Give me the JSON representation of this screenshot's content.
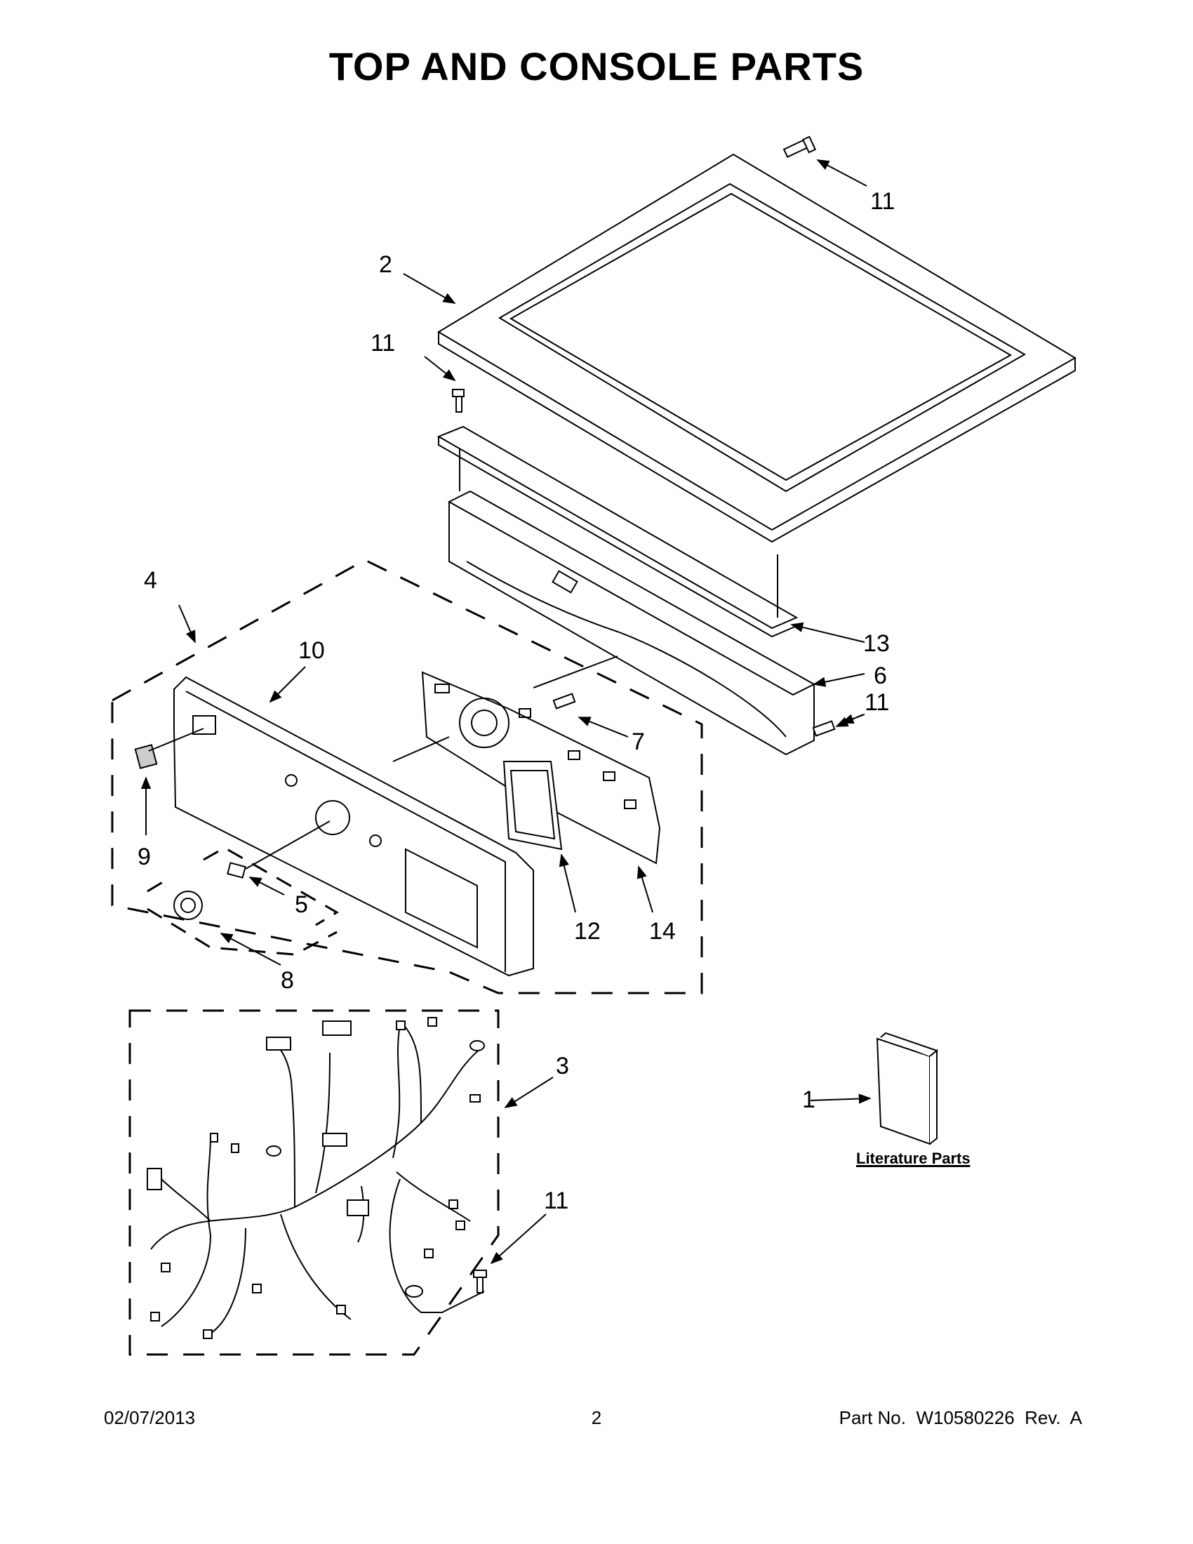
{
  "title": "TOP AND CONSOLE PARTS",
  "callouts": {
    "c1": "1",
    "c2": "2",
    "c3": "3",
    "c4": "4",
    "c5": "5",
    "c6": "6",
    "c7": "7",
    "c8": "8",
    "c9": "9",
    "c10": "10",
    "c11a": "11",
    "c11b": "11",
    "c11c": "11",
    "c11d": "11",
    "c12": "12",
    "c13": "13",
    "c14": "14"
  },
  "literature_label": "Literature Parts",
  "footer": {
    "date": "02/07/2013",
    "page": "2",
    "part_number": "Part No.  W10580226  Rev.  A"
  }
}
